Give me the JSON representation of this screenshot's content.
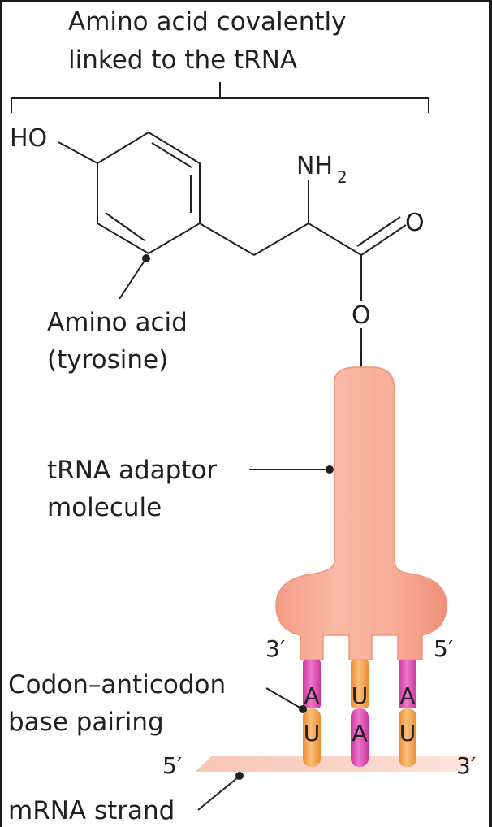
{
  "title": {
    "line1": "Amino acid covalently",
    "line2": "linked to the tRNA"
  },
  "molecule": {
    "hydroxyl": "HO",
    "amine": "NH",
    "amine_subscript": "2",
    "carbonyl_oxygen": "O",
    "ester_oxygen": "O"
  },
  "labels": {
    "amino_acid_line1": "Amino acid",
    "amino_acid_line2": "(tyrosine)",
    "trna_line1": "tRNA adaptor",
    "trna_line2": "molecule",
    "pairing_line1": "Codon–anticodon",
    "pairing_line2": "base pairing",
    "mrna": "mRNA strand"
  },
  "ends": {
    "trna_left": "3′",
    "trna_right": "5′",
    "mrna_left": "5′",
    "mrna_right": "3′"
  },
  "anticodon": [
    "A",
    "U",
    "A"
  ],
  "codon": [
    "U",
    "A",
    "U"
  ],
  "colors": {
    "trna_body": "#f7ac98",
    "trna_outline": "#f2917a",
    "pink_base": "#e356b8",
    "orange_base": "#f6a54f",
    "mrna_strand": "#fbd3c6",
    "ink": "#231f20"
  }
}
